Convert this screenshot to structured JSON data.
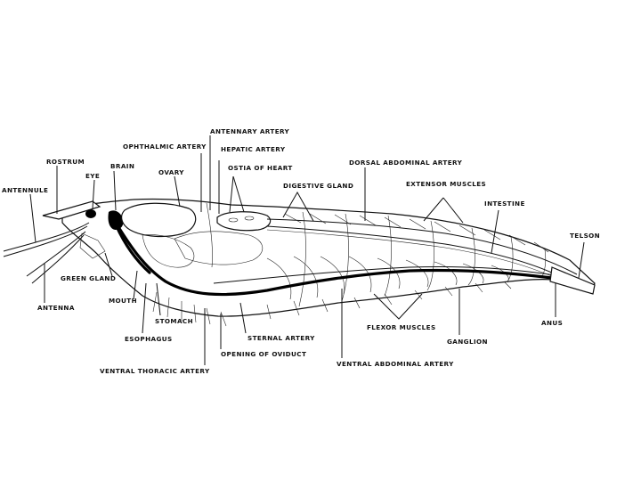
{
  "colors": {
    "ink": "#111111",
    "background": "#ffffff"
  },
  "labels": {
    "antennary_artery": "ANTENNARY ARTERY",
    "ophthalmic_artery": "OPHTHALMIC ARTERY",
    "hepatic_artery": "HEPATIC ARTERY",
    "rostrum": "ROSTRUM",
    "brain": "BRAIN",
    "ovary": "OVARY",
    "ostia_of_heart": "OSTIA OF HEART",
    "dorsal_abdominal_artery": "DORSAL ABDOMINAL ARTERY",
    "eye": "EYE",
    "digestive_gland": "DIGESTIVE GLAND",
    "extensor_muscles": "EXTENSOR MUSCLES",
    "antennule": "ANTENNULE",
    "intestine": "INTESTINE",
    "telson": "TELSON",
    "green_gland": "GREEN GLAND",
    "antenna": "ANTENNA",
    "mouth": "MOUTH",
    "anus": "ANUS",
    "stomach": "STOMACH",
    "flexor_muscles": "FLEXOR MUSCLES",
    "esophagus": "ESOPHAGUS",
    "sternal_artery": "STERNAL ARTERY",
    "ganglion": "GANGLION",
    "opening_of_oviduct": "OPENING OF OVIDUCT",
    "ventral_abdominal_artery": "VENTRAL ABDOMINAL ARTERY",
    "ventral_thoracic_artery": "VENTRAL THORACIC ARTERY"
  }
}
